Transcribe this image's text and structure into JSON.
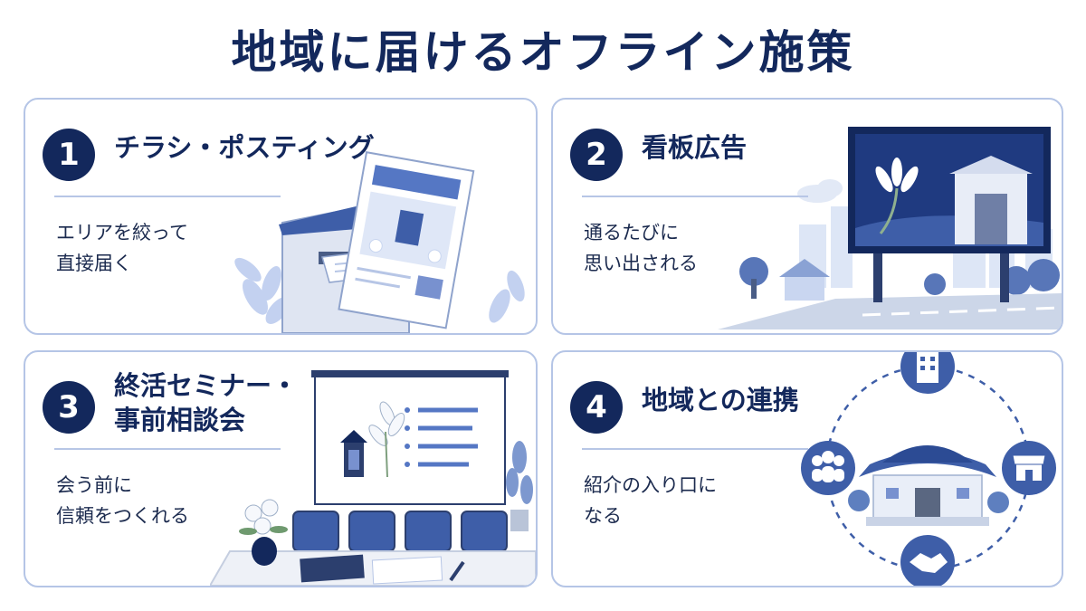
{
  "title": "地域に届けるオフライン施策",
  "cards": [
    {
      "number": "1",
      "heading": "チラシ・ポスティング",
      "desc_line1": "エリアを絞って",
      "desc_line2": "直接届く",
      "illustration": "mailbox-flyer"
    },
    {
      "number": "2",
      "heading": "看板広告",
      "desc_line1": "通るたびに",
      "desc_line2": "思い出される",
      "illustration": "roadside-billboard"
    },
    {
      "number": "3",
      "heading_line1": "終活セミナー・",
      "heading_line2": "事前相談会",
      "desc_line1": "会う前に",
      "desc_line2": "信頼をつくれる",
      "illustration": "seminar-room"
    },
    {
      "number": "4",
      "heading": "地域との連携",
      "desc_line1": "紹介の入り口に",
      "desc_line2": "なる",
      "illustration": "community-network"
    }
  ],
  "colors": {
    "navy": "#13285c",
    "blue": "#3e5ea8",
    "light_blue": "#c9d6f0",
    "border": "#b5c5e6"
  }
}
